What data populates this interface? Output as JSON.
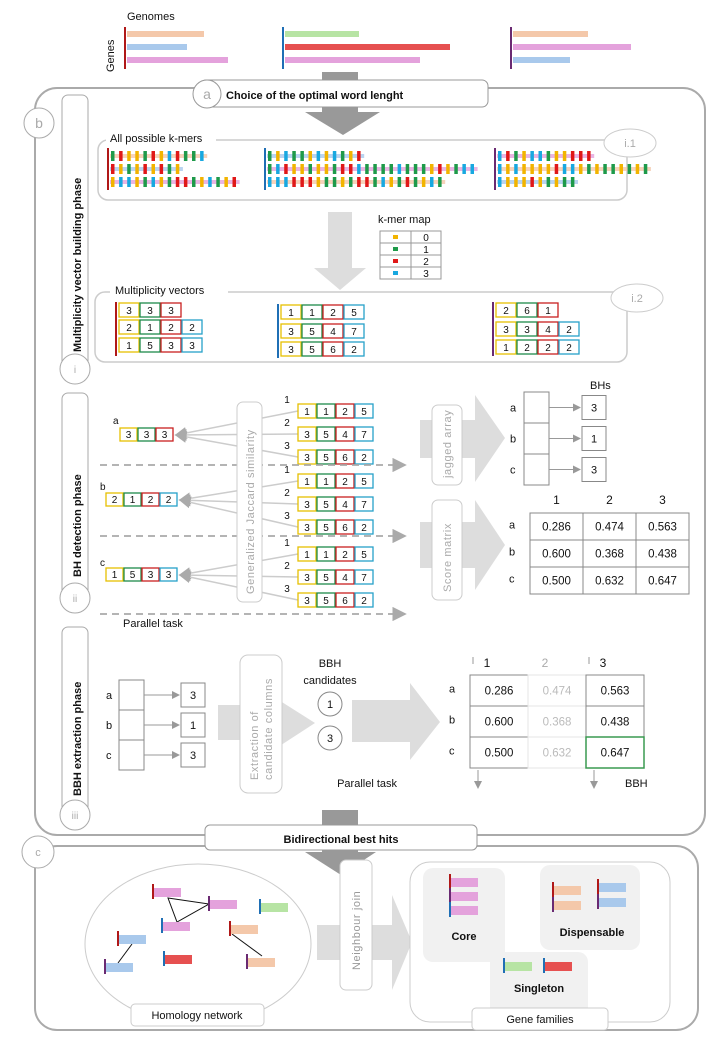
{
  "header": {
    "genomes_label": "Genomes",
    "genes_label": "Genes"
  },
  "section_a": {
    "letter": "a",
    "title": "Choice of the optimal word lenght"
  },
  "section_b": {
    "letter": "b",
    "phase_1": {
      "label": "Multiplicity vector building phase",
      "marker": "i"
    },
    "phase_2": {
      "label": "BH detection phase",
      "marker": "ii"
    },
    "phase_3": {
      "label": "BBH extraction phase",
      "marker": "iii"
    },
    "kmers_label": "All possible k-mers",
    "kmers_step": "i.1",
    "kmer_map": {
      "title": "k-mer map",
      "entries": [
        {
          "color": "#f2b400",
          "value": "0"
        },
        {
          "color": "#1e9a4a",
          "value": "1"
        },
        {
          "color": "#e01818",
          "value": "2"
        },
        {
          "color": "#18a8e0",
          "value": "3"
        }
      ]
    },
    "multiplicity_label": "Multiplicity vectors",
    "multiplicity_step": "i.2",
    "vectors": [
      [
        [
          3,
          3,
          3
        ],
        [
          2,
          1,
          2,
          2
        ],
        [
          1,
          5,
          3,
          3
        ]
      ],
      [
        [
          1,
          1,
          2,
          5
        ],
        [
          3,
          5,
          4,
          7
        ],
        [
          3,
          5,
          6,
          2
        ]
      ],
      [
        [
          2,
          6,
          1
        ],
        [
          3,
          3,
          4,
          2
        ],
        [
          1,
          2,
          2,
          2
        ]
      ]
    ],
    "queries": [
      {
        "label": "a",
        "values": [
          3,
          3,
          3
        ]
      },
      {
        "label": "b",
        "values": [
          2,
          1,
          2,
          2
        ]
      },
      {
        "label": "c",
        "values": [
          1,
          5,
          3,
          3
        ]
      }
    ],
    "targets": [
      {
        "label": "1",
        "values": [
          1,
          1,
          2,
          5
        ]
      },
      {
        "label": "2",
        "values": [
          3,
          5,
          4,
          7
        ]
      },
      {
        "label": "3",
        "values": [
          3,
          5,
          6,
          2
        ]
      }
    ],
    "similarity_label": "Generalized Jaccard similarity",
    "parallel_task": "Parallel task",
    "jagged_label": "jagged array",
    "score_label": "Score matrix",
    "bhs_label": "BHs",
    "bhs": [
      {
        "row": "a",
        "value": "3"
      },
      {
        "row": "b",
        "value": "1"
      },
      {
        "row": "c",
        "value": "3"
      }
    ],
    "matrix": {
      "columns": [
        "1",
        "2",
        "3"
      ],
      "rows": [
        "a",
        "b",
        "c"
      ],
      "values": [
        [
          "0.286",
          "0.474",
          "0.563"
        ],
        [
          "0.600",
          "0.368",
          "0.438"
        ],
        [
          "0.500",
          "0.632",
          "0.647"
        ]
      ]
    },
    "extraction_label_1": "Extraction of",
    "extraction_label_2": "candidate columns",
    "bbh_candidates_1": "BBH",
    "bbh_candidates_2": "candidates",
    "candidates": [
      "1",
      "3"
    ],
    "parallel_task_2": "Parallel task",
    "bbh_label": "BBH"
  },
  "bbh_title": "Bidirectional best hits",
  "section_c": {
    "letter": "c",
    "neighbour_join": "Neighbour join",
    "homology_network": "Homology network",
    "gene_families": "Gene families",
    "core": "Core",
    "dispensable": "Dispensable",
    "singleton": "Singleton"
  },
  "colors": {
    "peach": "#f4c8aa",
    "blue": "#a9c9ec",
    "pink": "#e4a2dc",
    "green": "#b7e4a4",
    "red": "#e65050",
    "genome1": "#b01818",
    "genome2": "#1f6fb5",
    "genome3": "#6a2a72",
    "box_yellow": "#e6c000",
    "box_green": "#1e8a4a",
    "box_red": "#c82020",
    "box_cyan": "#27a0c8",
    "bbh_highlight": "#3a9a50"
  }
}
